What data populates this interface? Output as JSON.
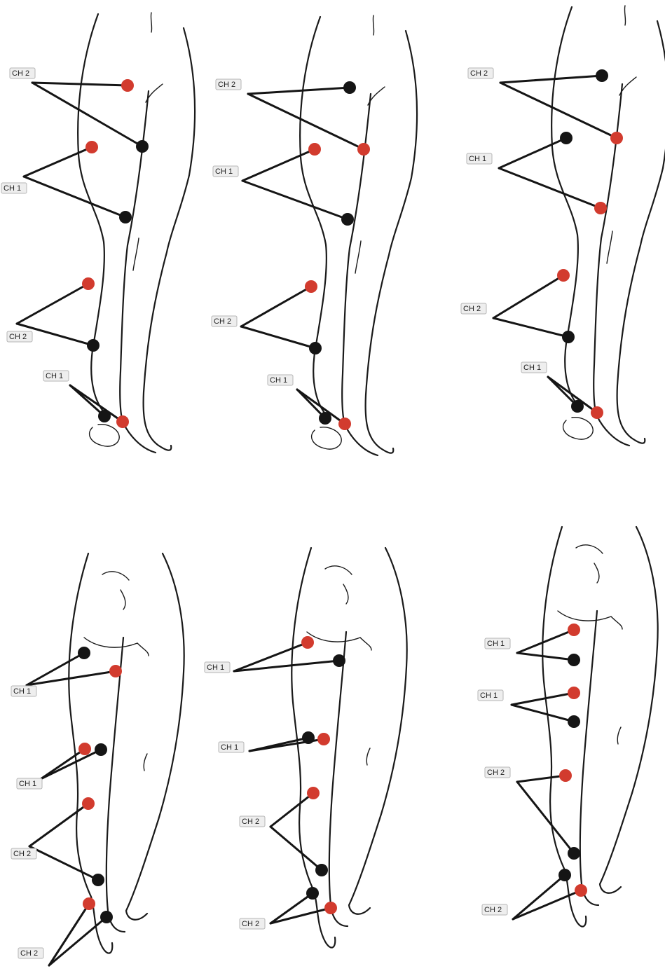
{
  "colors": {
    "positive_electrode": "#d23b2e",
    "negative_electrode": "#151515",
    "lead_line": "#151515",
    "outline": "#1a1a1a",
    "label_fill": "#eeeeee"
  },
  "panels": [
    {
      "view": "front",
      "label_groups": [
        {
          "text": "CH 2",
          "electrodes": [
            "red",
            "black"
          ]
        },
        {
          "text": "CH 1",
          "electrodes": [
            "red",
            "black"
          ]
        },
        {
          "text": "CH 2",
          "electrodes": [
            "red",
            "black"
          ]
        },
        {
          "text": "CH 1",
          "electrodes": [
            "black",
            "red"
          ]
        }
      ]
    },
    {
      "view": "front",
      "label_groups": [
        {
          "text": "CH 2",
          "electrodes": [
            "black",
            "red"
          ]
        },
        {
          "text": "CH 1",
          "electrodes": [
            "red",
            "black"
          ]
        },
        {
          "text": "CH 2",
          "electrodes": [
            "red",
            "black"
          ]
        },
        {
          "text": "CH 1",
          "electrodes": [
            "black",
            "red"
          ]
        }
      ]
    },
    {
      "view": "front",
      "label_groups": [
        {
          "text": "CH 2",
          "electrodes": [
            "black",
            "red"
          ]
        },
        {
          "text": "CH 1",
          "electrodes": [
            "black",
            "red"
          ]
        },
        {
          "text": "CH 2",
          "electrodes": [
            "red",
            "black"
          ]
        },
        {
          "text": "CH 1",
          "electrodes": [
            "black",
            "red"
          ]
        }
      ]
    },
    {
      "view": "back",
      "label_groups": [
        {
          "text": "CH 1",
          "electrodes": [
            "black",
            "red"
          ]
        },
        {
          "text": "CH 1",
          "electrodes": [
            "red",
            "black"
          ]
        },
        {
          "text": "CH 2",
          "electrodes": [
            "red",
            "black"
          ]
        },
        {
          "text": "CH 2",
          "electrodes": [
            "red",
            "black"
          ]
        }
      ]
    },
    {
      "view": "back",
      "label_groups": [
        {
          "text": "CH 1",
          "electrodes": [
            "red",
            "black"
          ]
        },
        {
          "text": "CH 1",
          "electrodes": [
            "black",
            "red"
          ]
        },
        {
          "text": "CH 2",
          "electrodes": [
            "red",
            "black"
          ]
        },
        {
          "text": "CH 2",
          "electrodes": [
            "black",
            "red"
          ]
        }
      ]
    },
    {
      "view": "back",
      "label_groups": [
        {
          "text": "CH 1",
          "electrodes": [
            "red",
            "black"
          ]
        },
        {
          "text": "CH 1",
          "electrodes": [
            "red",
            "black"
          ]
        },
        {
          "text": "CH 2",
          "electrodes": [
            "red",
            "black"
          ]
        },
        {
          "text": "CH 2",
          "electrodes": [
            "black",
            "red"
          ]
        }
      ]
    }
  ]
}
